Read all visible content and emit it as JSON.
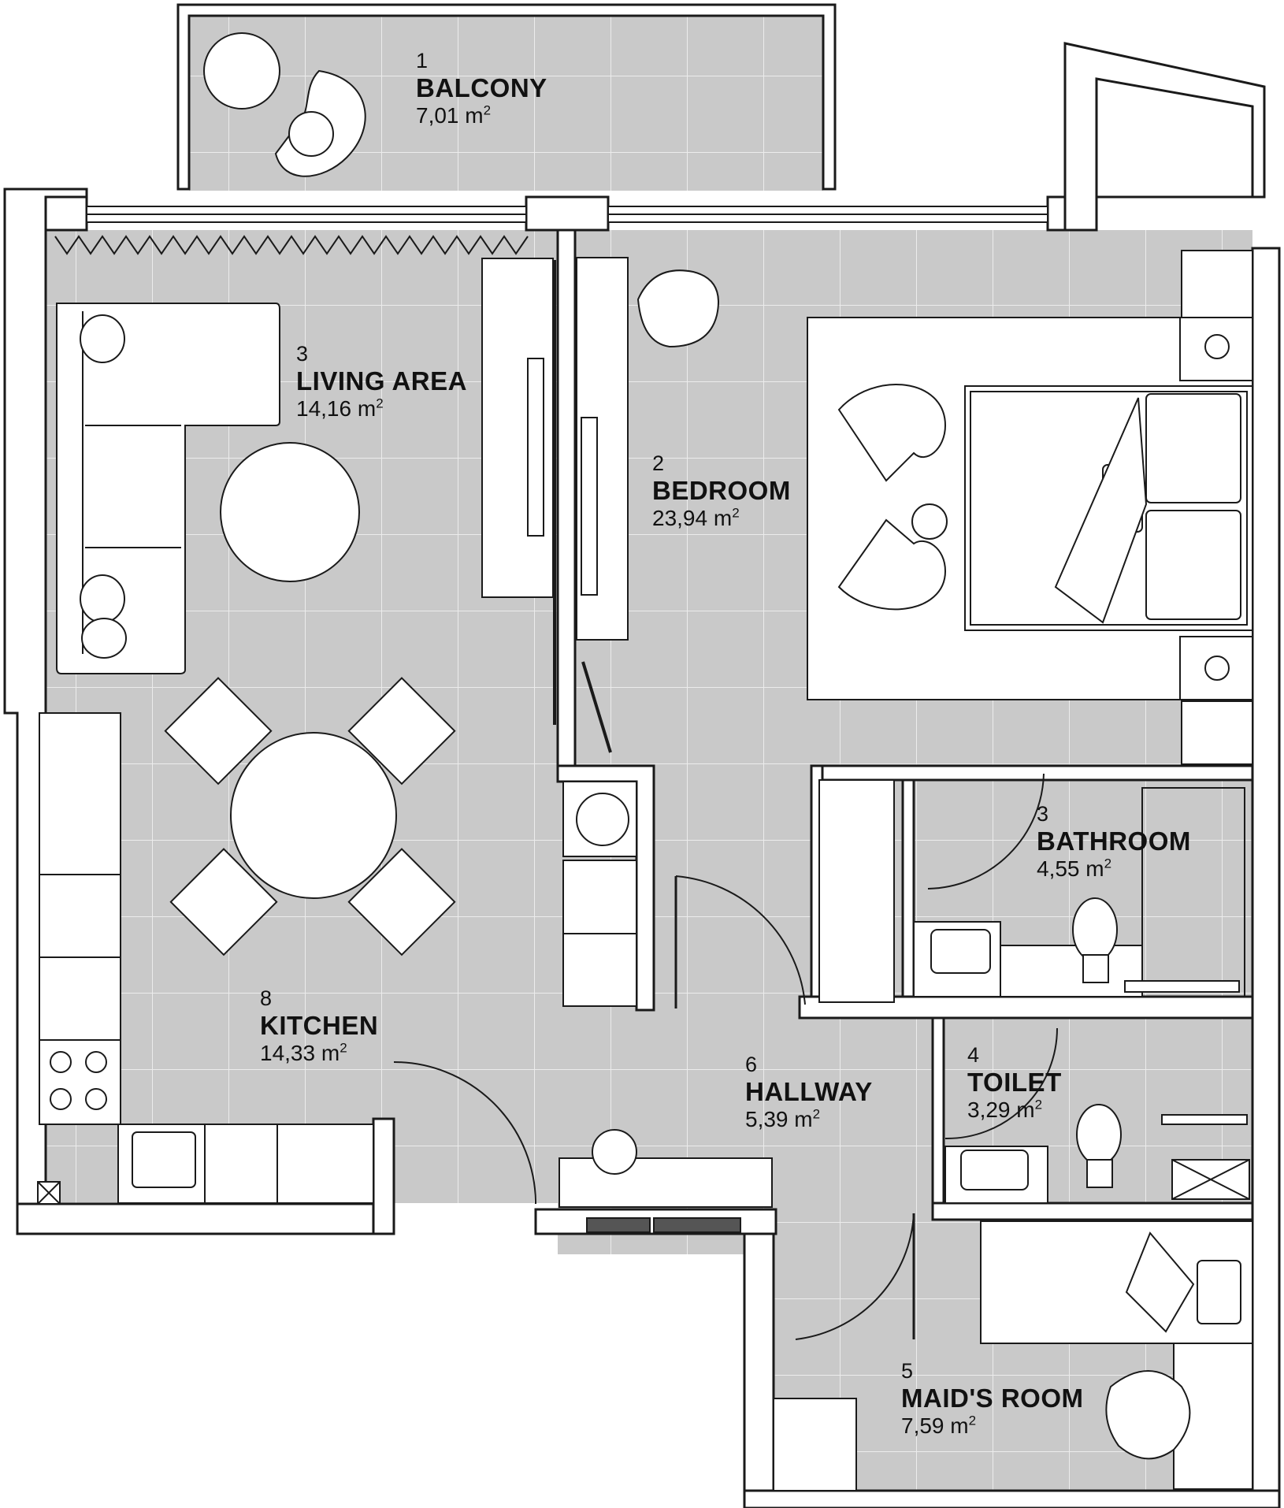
{
  "rooms": [
    {
      "number": "1",
      "name": "BALCONY",
      "area": "7,01",
      "unit": "m",
      "exp": "2"
    },
    {
      "number": "2",
      "name": "BEDROOM",
      "area": "23,94",
      "unit": "m",
      "exp": "2"
    },
    {
      "number": "3",
      "name": "LIVING AREA",
      "area": "14,16",
      "unit": "m",
      "exp": "2"
    },
    {
      "number": "3",
      "name": "BATHROOM",
      "area": "4,55",
      "unit": "m",
      "exp": "2"
    },
    {
      "number": "4",
      "name": "TOILET",
      "area": "3,29",
      "unit": "m",
      "exp": "2"
    },
    {
      "number": "5",
      "name": "MAID'S ROOM",
      "area": "7,59",
      "unit": "m",
      "exp": "2"
    },
    {
      "number": "6",
      "name": "HALLWAY",
      "area": "5,39",
      "unit": "m",
      "exp": "2"
    },
    {
      "number": "8",
      "name": "KITCHEN",
      "area": "14,33",
      "unit": "m",
      "exp": "2"
    }
  ],
  "colors": {
    "floor": "#c9c9c9",
    "wall": "#ffffff",
    "outline": "#1a1a1a",
    "furniture": "#ffffff",
    "shadow": "#9a9a9a"
  }
}
